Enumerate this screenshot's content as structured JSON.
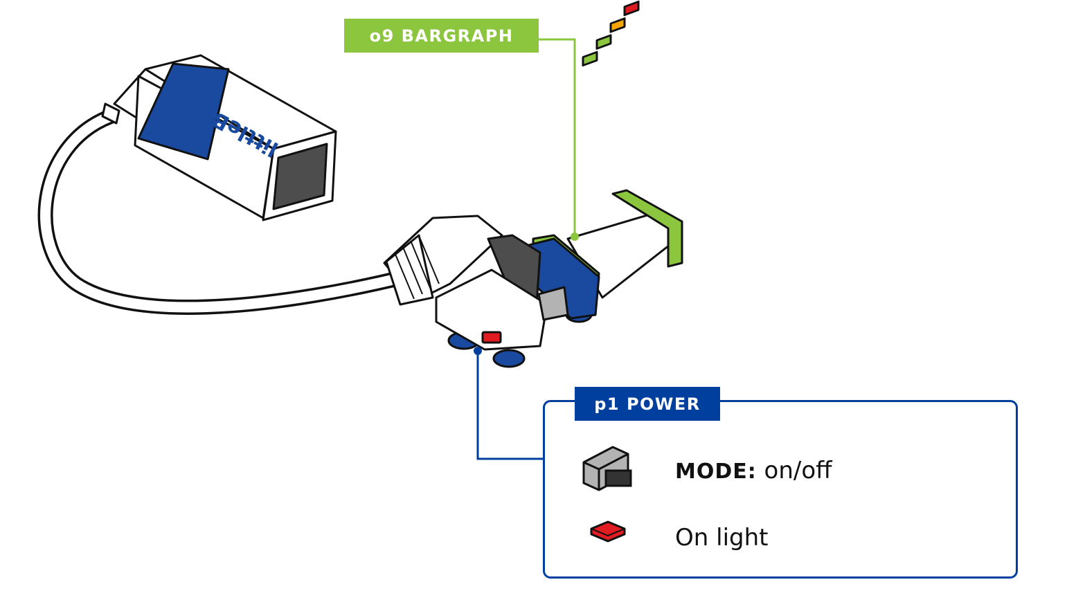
{
  "labels": {
    "o9": "o9 BARGRAPH",
    "p1": "p1 POWER"
  },
  "battery": {
    "brand": "littleBits"
  },
  "legend": {
    "mode_key": "MODE:",
    "mode_value": " on/off",
    "on_light": "On light"
  },
  "colors": {
    "bargraph_green": "#8cc63f",
    "power_blue": "#003f9e",
    "led_red": "#e11b22",
    "led_orange": "#f7a500",
    "led_green": "#8cc63f",
    "switch_grey": "#b3b3b3"
  }
}
